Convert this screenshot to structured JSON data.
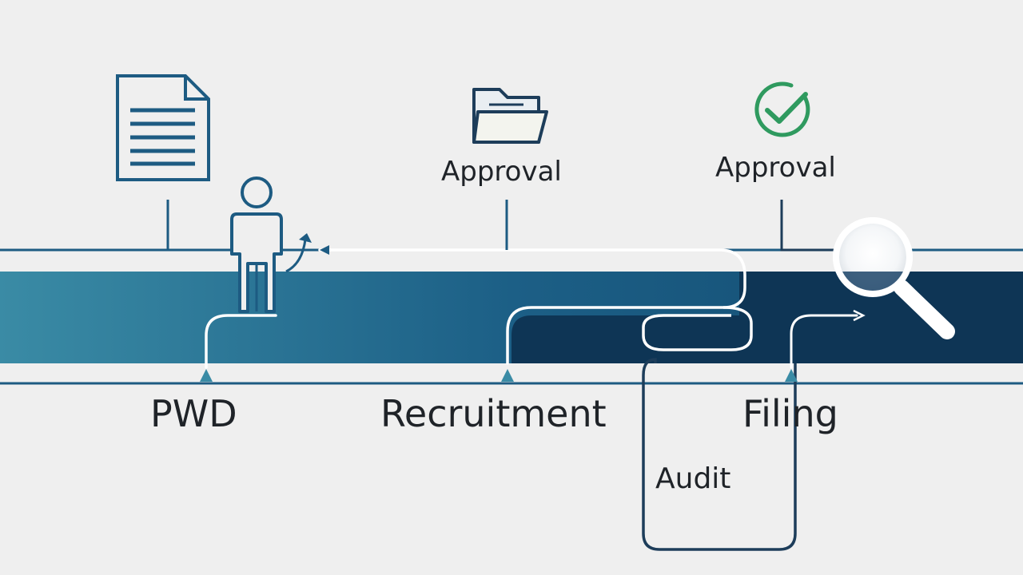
{
  "diagram": {
    "phase_labels": {
      "pwd": "PWD",
      "recruitment": "Recruitment",
      "filing": "Filing",
      "audit": "Audit"
    },
    "milestone_labels": {
      "approval_1": "Approval",
      "approval_2": "Approval"
    },
    "icons": {
      "document": "document-icon",
      "person": "person-icon",
      "folder": "folder-icon",
      "check": "check-circle-icon",
      "magnifier": "magnifier-icon"
    },
    "colors": {
      "background": "#efefef",
      "band_teal": "#3a8ba5",
      "band_blue": "#1c5f86",
      "band_dark": "#0e3555",
      "line": "#1d5b82",
      "check_green": "#2f9a5f"
    }
  }
}
